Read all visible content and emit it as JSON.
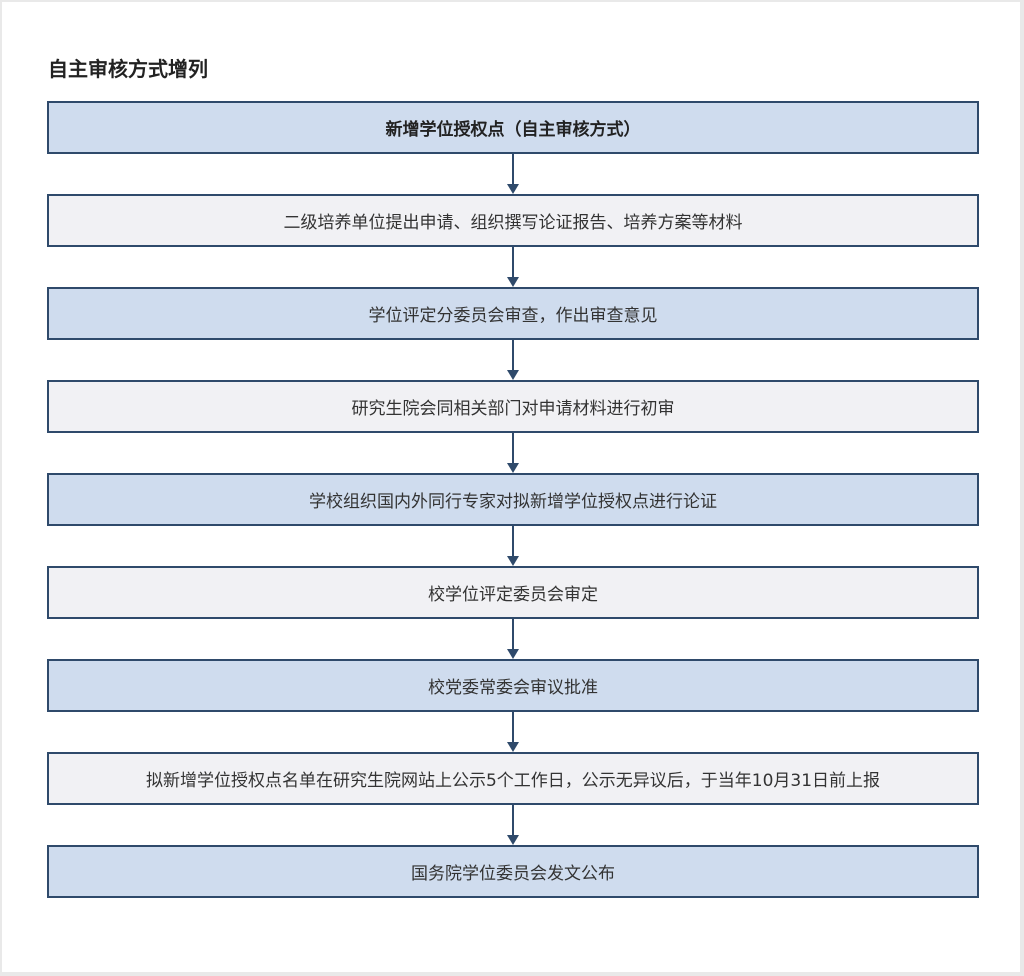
{
  "title": "自主审核方式增列",
  "steps": [
    {
      "label": "新增学位授权点（自主审核方式）"
    },
    {
      "label": "二级培养单位提出申请、组织撰写论证报告、培养方案等材料"
    },
    {
      "label": "学位评定分委员会审查，作出审查意见"
    },
    {
      "label": "研究生院会同相关部门对申请材料进行初审"
    },
    {
      "label": "学校组织国内外同行专家对拟新增学位授权点进行论证"
    },
    {
      "label": "校学位评定委员会审定"
    },
    {
      "label": "校党委常委会审议批准"
    },
    {
      "label": "拟新增学位授权点名单在研究生院网站上公示5个工作日，公示无异议后，于当年10月31日前上报"
    },
    {
      "label": "国务院学位委员会发文公布"
    }
  ],
  "colors": {
    "box_border": "#2f4a6b",
    "box_fill_blue": "#cfdcee",
    "box_fill_grey": "#f1f1f4",
    "arrow": "#2f4a6b"
  },
  "icons": {
    "connector": "arrow-down-icon"
  }
}
